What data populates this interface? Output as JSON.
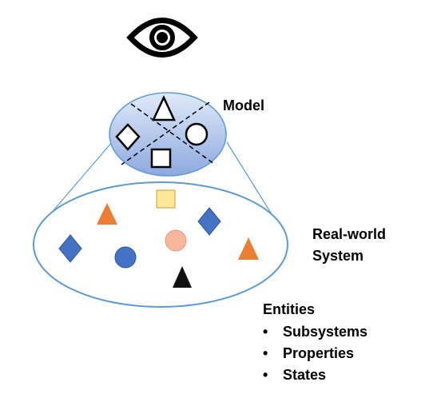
{
  "labels": {
    "model": "Model",
    "real_world_line1": "Real-world",
    "real_world_line2": "System",
    "entities_title": "Entities",
    "bullet_char": "•"
  },
  "entities": {
    "items": [
      "Subsystems",
      "Properties",
      "States"
    ]
  },
  "icons": {
    "observer": "eye-icon"
  },
  "colors": {
    "outline": "#5b9bd5",
    "model_fill_top": "#dde8f7",
    "model_fill_bottom": "#8eaadf",
    "blue_shape": "#4472c4",
    "orange_shape": "#ed7d31",
    "peach_shape": "#f7b59c",
    "yellow_shape": "#fde89a",
    "black_shape": "#000000"
  }
}
